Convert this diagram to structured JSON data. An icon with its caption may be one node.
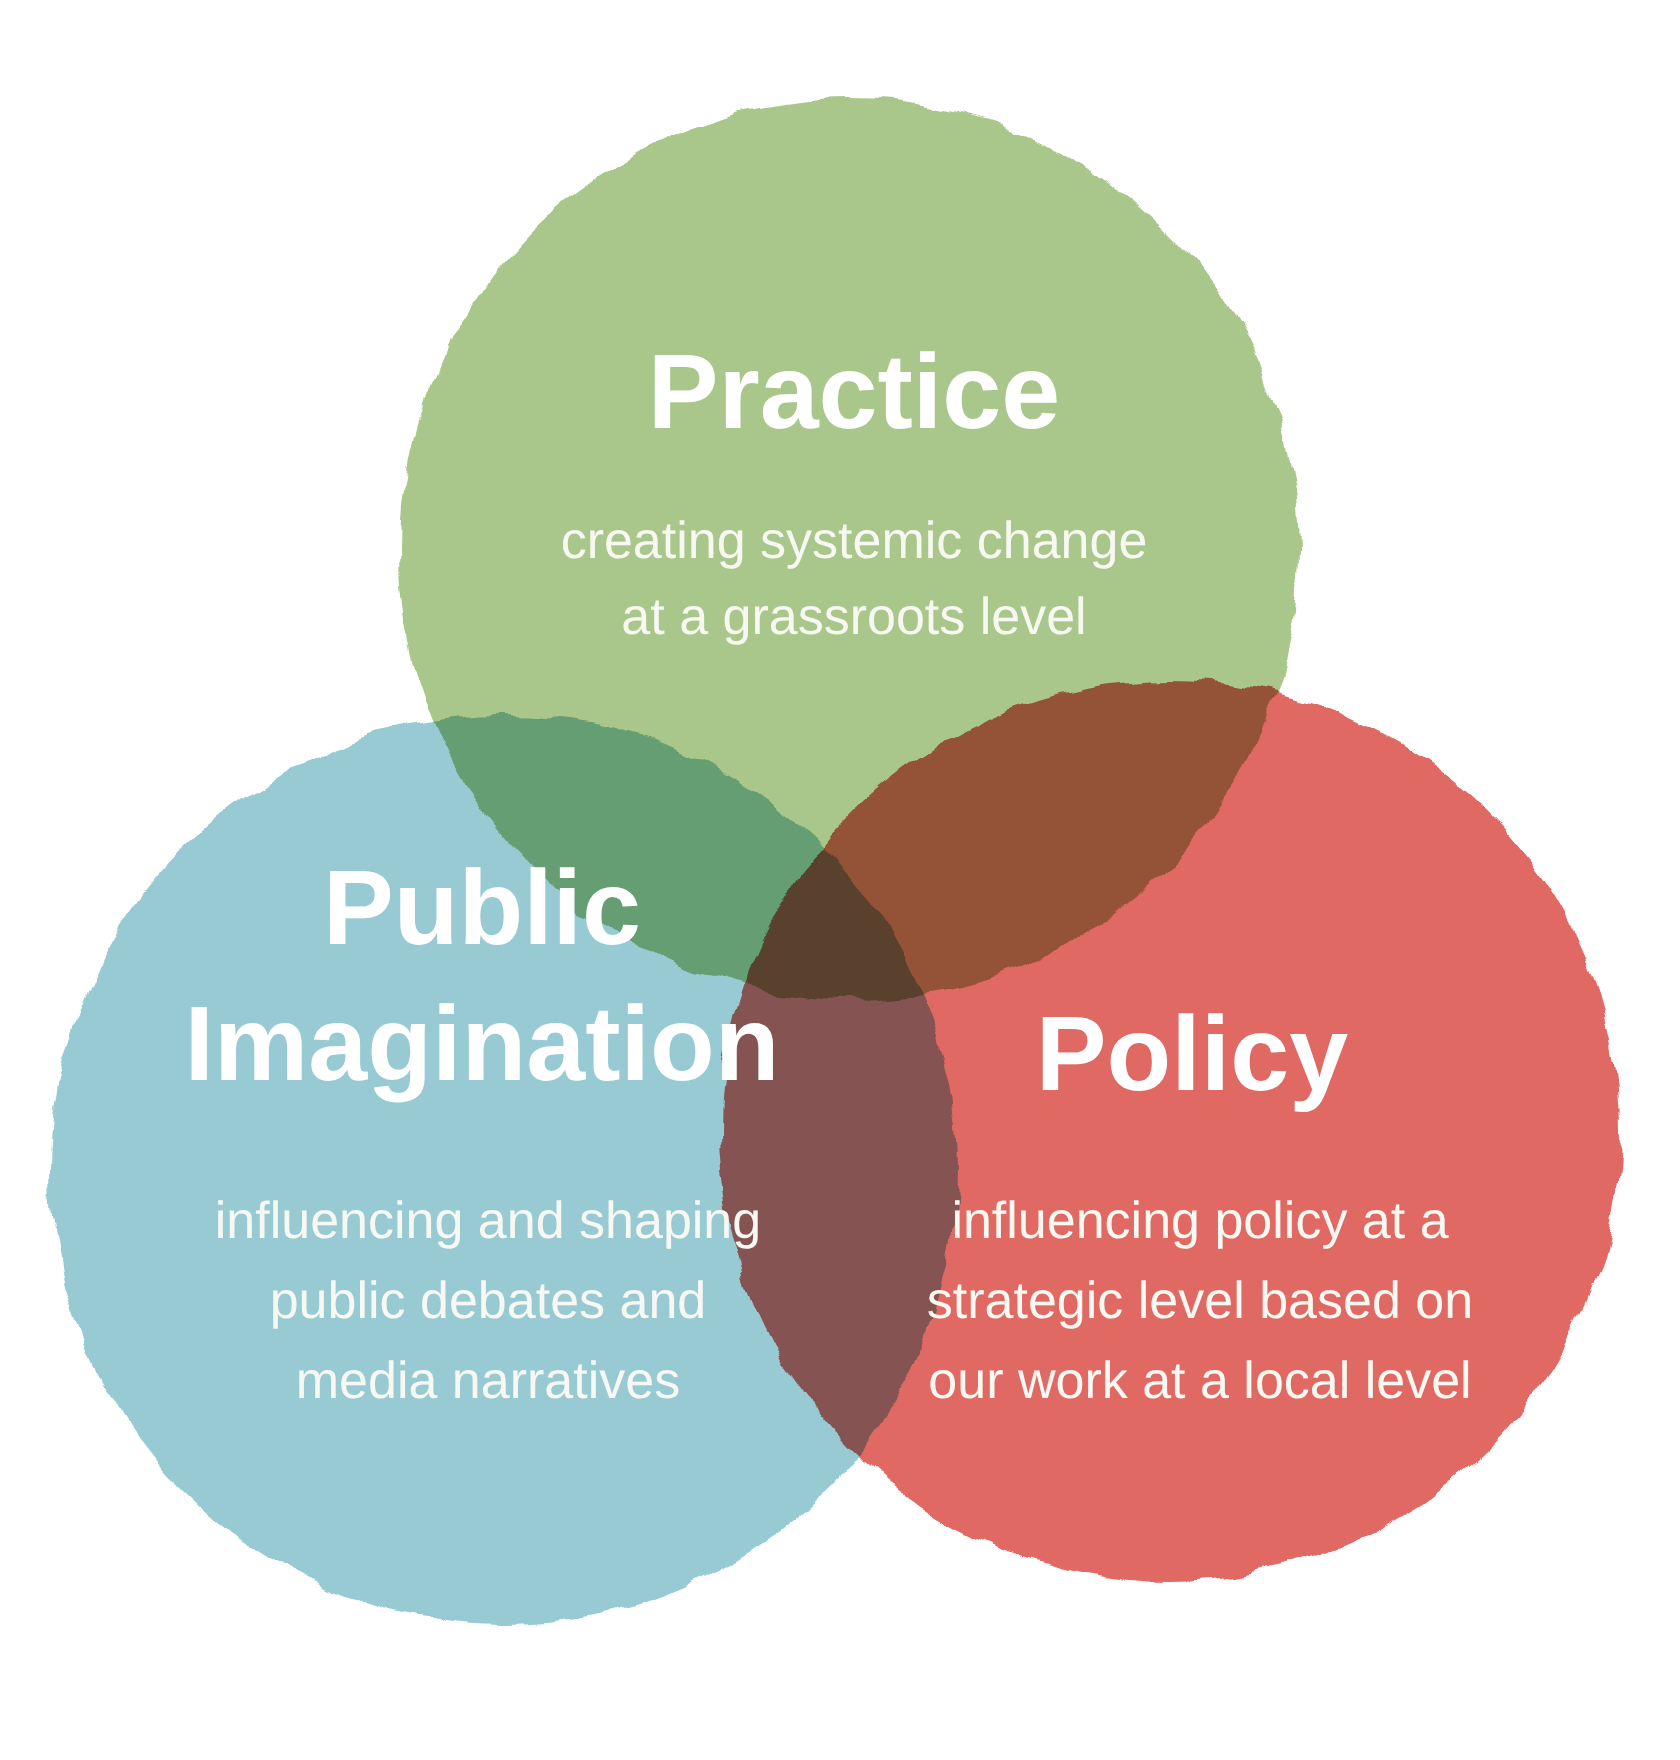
{
  "diagram": {
    "nodes": [
      {
        "text": [
          "Practice",
          "creating systemic change at a grassroots level"
        ]
      },
      {
        "text": [
          "Public Imagination",
          "influencing and shaping public debates and media narratives"
        ]
      },
      {
        "text": [
          "Policy",
          "influencing policy at a strategic level based on our work at a local level"
        ]
      }
    ]
  }
}
